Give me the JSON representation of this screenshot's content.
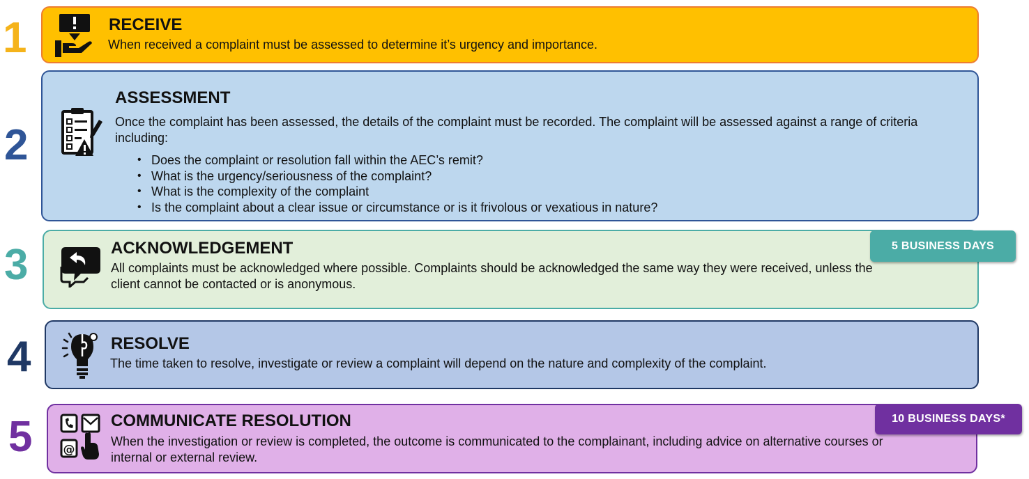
{
  "colors": {
    "step1_fill": "#FFC000",
    "step1_border": "#ED7D31",
    "step1_number": "#F5B31A",
    "step2_fill": "#BDD7EE",
    "step2_border": "#2F5597",
    "step2_number": "#2F5597",
    "step3_fill": "#E2EFDA",
    "step3_border": "#4BACA6",
    "step3_number": "#4BACA6",
    "step4_fill": "#B4C7E7",
    "step4_border": "#1F3864",
    "step4_number": "#1F3864",
    "step5_fill": "#E0B0E8",
    "step5_border": "#7030A0",
    "step5_number": "#7030A0",
    "badge3": "#4BACA6",
    "badge5": "#7030A0"
  },
  "steps": [
    {
      "number": "1",
      "icon": "hand-receiving-alert-icon",
      "title": "RECEIVE",
      "description": "When received a complaint must be assessed to determine it’s urgency and importance."
    },
    {
      "number": "2",
      "icon": "clipboard-checklist-icon",
      "title": "ASSESSMENT",
      "description": "Once the complaint has been assessed, the details of the complaint must be recorded. The complaint will be assessed against a range of criteria including:",
      "bullets": [
        "Does the complaint or resolution fall within the AEC’s remit?",
        "What is the urgency/seriousness of the complaint?",
        "What is the complexity of the complaint",
        "Is the complaint about a clear issue or circumstance or is it frivolous or vexatious in nature?"
      ]
    },
    {
      "number": "3",
      "icon": "speech-bubbles-reply-icon",
      "title": "ACKNOWLEDGEMENT",
      "description": "All complaints must be acknowledged where possible. Complaints should be acknowledged the same way they were received, unless the client cannot be contacted or is anonymous.",
      "badge": "5 BUSINESS DAYS"
    },
    {
      "number": "4",
      "icon": "lightbulb-puzzle-icon",
      "title": "RESOLVE",
      "description": "The time taken to resolve, investigate or review a complaint will depend on the nature and complexity of the complaint."
    },
    {
      "number": "5",
      "icon": "communication-channels-icon",
      "title": "COMMUNICATE RESOLUTION",
      "description": "When the investigation or review is completed, the outcome is communicated to the complainant, including advice on alternative courses or internal or external review.",
      "badge": "10 BUSINESS DAYS*"
    }
  ]
}
